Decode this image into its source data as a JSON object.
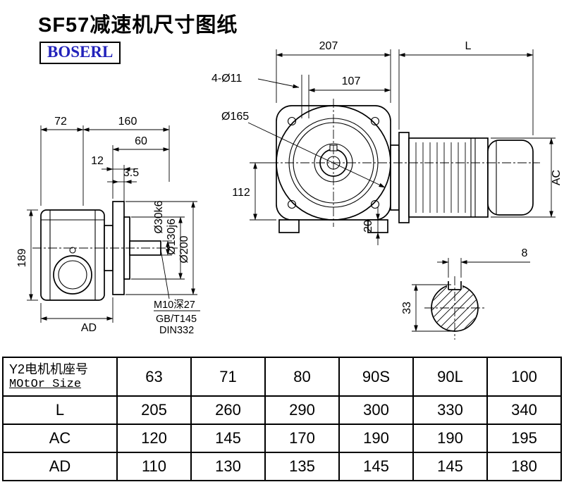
{
  "header": {
    "title": "SF57减速机尺寸图纸",
    "brand": "BOSERL"
  },
  "side_view": {
    "d72": "72",
    "d160": "160",
    "d60": "60",
    "d12": "12",
    "d35": "3.5",
    "d189": "189",
    "dia_shaft": "Ø30k6",
    "dia_spigot": "Ø130j6",
    "dia_flange": "Ø200",
    "dAD": "AD",
    "note1": "M10深27",
    "note2": "GB/T145",
    "note3": "DIN332"
  },
  "front_view": {
    "d207": "207",
    "dL": "L",
    "holes": "4-Ø11",
    "d107": "107",
    "dia": "Ø165",
    "d112": "112",
    "d20": "20",
    "dAC": "AC"
  },
  "section_view": {
    "d8": "8",
    "d33": "33"
  },
  "table": {
    "row_header_line1": "Y2电机机座号",
    "row_header_line2": "MOtOr Size",
    "sizes": [
      "63",
      "71",
      "80",
      "90S",
      "90L",
      "100"
    ],
    "rows": [
      {
        "label": "L",
        "values": [
          "205",
          "260",
          "290",
          "300",
          "330",
          "340"
        ]
      },
      {
        "label": "AC",
        "values": [
          "120",
          "145",
          "170",
          "190",
          "190",
          "195"
        ]
      },
      {
        "label": "AD",
        "values": [
          "110",
          "130",
          "135",
          "145",
          "145",
          "180"
        ]
      }
    ]
  }
}
